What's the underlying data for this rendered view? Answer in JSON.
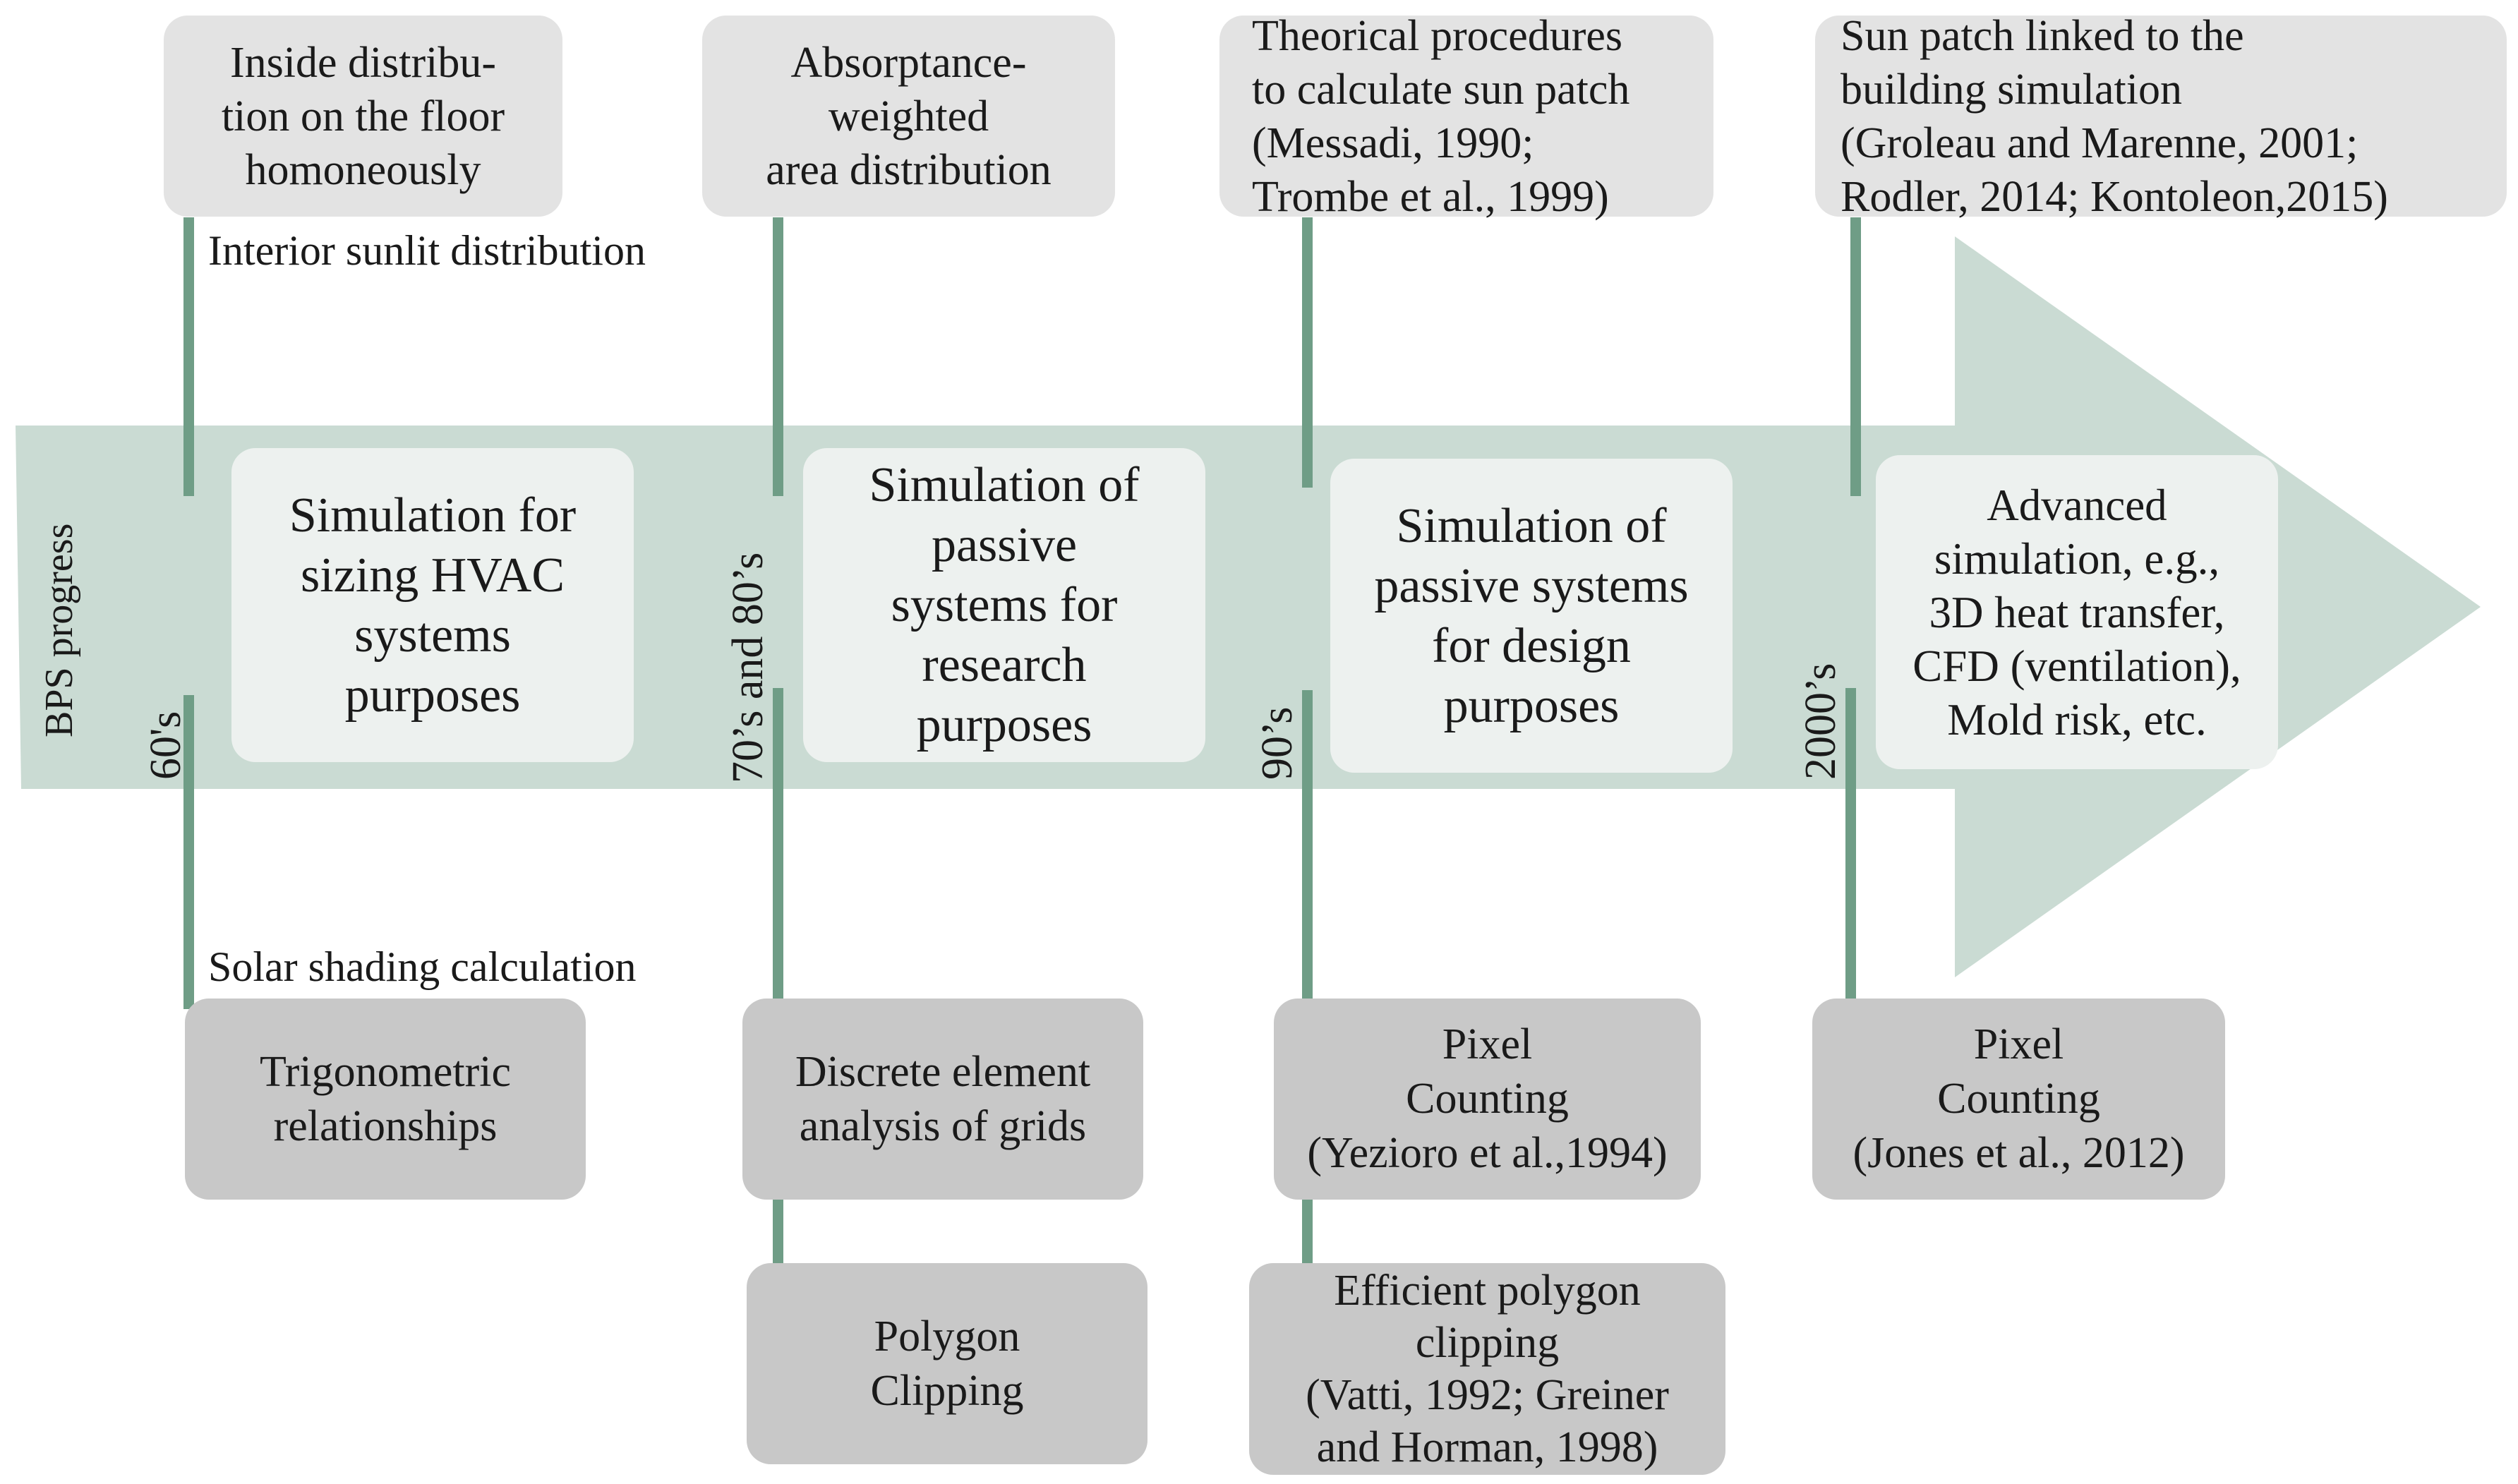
{
  "axis_label": "BPS progress",
  "section_labels": {
    "interior": "Interior sunlit distribution",
    "shading": "Solar shading calculation"
  },
  "colors": {
    "arrow_fill": "#cadbd3",
    "connector": "#6f9d86",
    "top_box": "#e3e3e3",
    "middle_box": "#edf1ef",
    "bottom_box": "#c8c8c8"
  },
  "eras": [
    {
      "label": "60's",
      "top": [
        "Inside distribu-",
        "tion on the floor",
        "homoneously"
      ],
      "middle": [
        "Simulation for",
        "sizing HVAC",
        "systems",
        "purposes"
      ],
      "bottom": [
        [
          "Trigonometric",
          "relationships"
        ]
      ]
    },
    {
      "label": "70’s and 80’s",
      "top": [
        "Absorptance-",
        "weighted",
        "area distribution"
      ],
      "middle": [
        "Simulation of",
        "passive",
        "systems for",
        "research",
        "purposes"
      ],
      "bottom": [
        [
          "Discrete element",
          "analysis of grids"
        ],
        [
          "Polygon",
          "Clipping"
        ]
      ]
    },
    {
      "label": "90’s",
      "top": [
        "Theorical procedures",
        "to calculate sun patch",
        "(Messadi, 1990;",
        "Trombe et al., 1999)"
      ],
      "middle": [
        "Simulation of",
        "passive systems",
        "for design",
        "purposes"
      ],
      "bottom": [
        [
          "Pixel",
          "Counting",
          "(Yezioro et al.,1994)"
        ],
        [
          "Efficient polygon",
          "clipping",
          "(Vatti, 1992;  Greiner",
          "and Horman, 1998)"
        ]
      ]
    },
    {
      "label": "2000’s",
      "top": [
        "Sun patch linked to the",
        "building simulation",
        "(Groleau and Marenne, 2001;",
        "Rodler, 2014; Kontoleon,2015)"
      ],
      "middle": [
        "Advanced",
        "simulation, e.g.,",
        "3D heat transfer,",
        "CFD (ventilation),",
        "Mold risk, etc."
      ],
      "bottom": [
        [
          "Pixel",
          "Counting",
          "(Jones et al., 2012)"
        ]
      ]
    }
  ]
}
